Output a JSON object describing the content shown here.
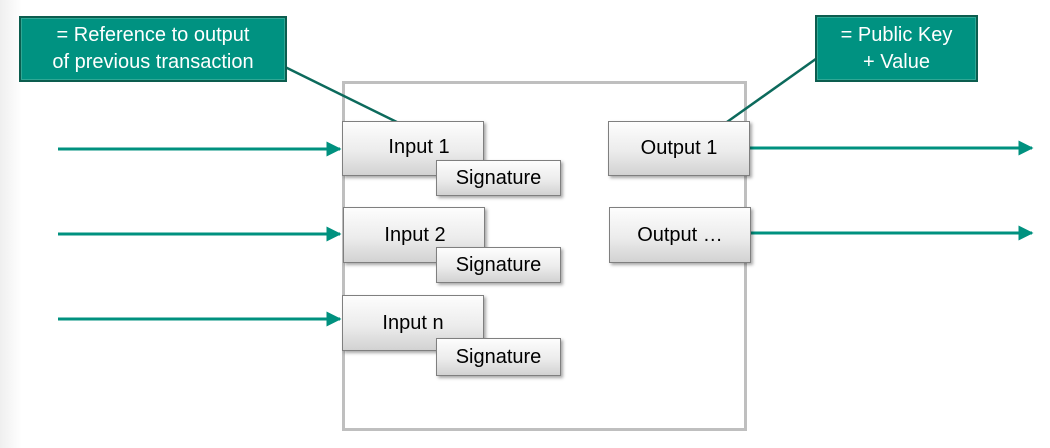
{
  "callouts": {
    "input_ref": [
      "= Reference to output",
      "of previous transaction"
    ],
    "output_ref": [
      "= Public Key",
      "+ Value"
    ]
  },
  "inputs": [
    {
      "label": "Input 1",
      "signature": "Signature"
    },
    {
      "label": "Input 2",
      "signature": "Signature"
    },
    {
      "label": "Input n",
      "signature": "Signature"
    }
  ],
  "outputs": [
    {
      "label": "Output 1"
    },
    {
      "label": "Output …"
    }
  ],
  "colors": {
    "arrow": "#00917f",
    "callout_bg": "#009281",
    "callout_border": "#0c5d4f",
    "frame": "#bfbfbf"
  }
}
